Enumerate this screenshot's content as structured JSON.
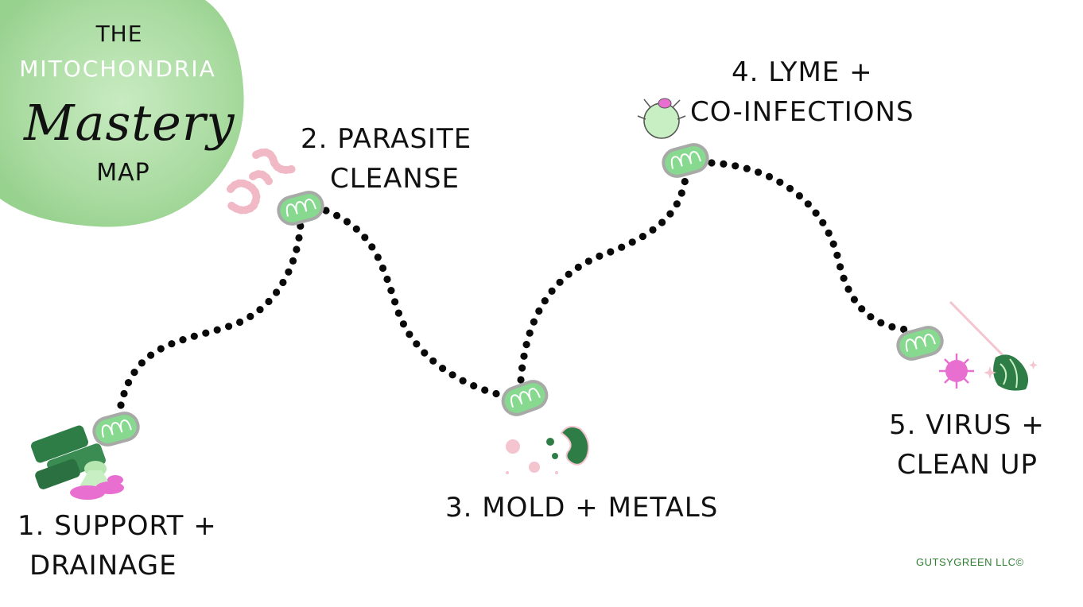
{
  "title": {
    "line1": "THE",
    "line2": "MITOCHONDRIA",
    "line3": "Mastery",
    "line4": "MAP"
  },
  "steps": [
    {
      "line1": "1. SUPPORT +",
      "line2": "DRAINAGE"
    },
    {
      "line1": "2. PARASITE",
      "line2": "CLEANSE"
    },
    {
      "line1": "3. MOLD + METALS",
      "line2": ""
    },
    {
      "line1": "4. LYME +",
      "line2": "CO-INFECTIONS"
    },
    {
      "line1": "5. VIRUS +",
      "line2": "CLEAN UP"
    }
  ],
  "footer": {
    "copyright": "GUTSYGREEN LLC©"
  },
  "colors": {
    "blob_green": "#b9e2b2",
    "mito_fill": "#86d98f",
    "mito_stroke": "#9aa19a",
    "dark_green": "#2e7d46",
    "pink": "#e86fd0",
    "light_pink": "#f4c4cf",
    "dots": "#0a0a0a"
  }
}
